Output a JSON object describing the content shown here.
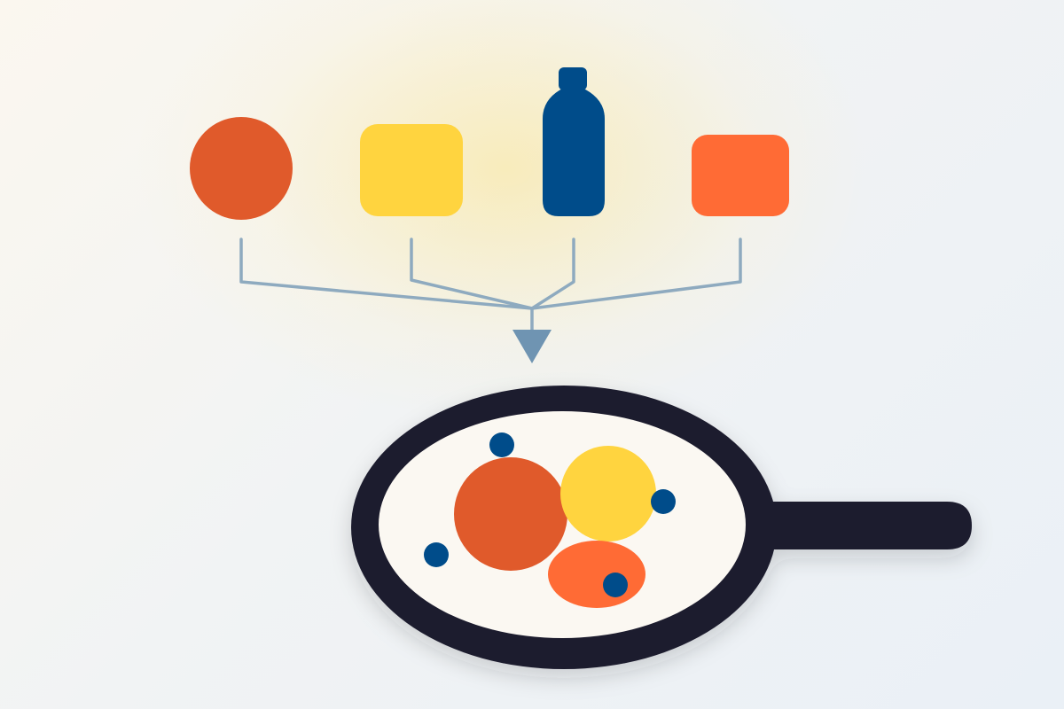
{
  "colors": {
    "tomato": "#E05A2B",
    "butter": "#FFD43F",
    "bottle": "#004C8A",
    "carrot": "#FF6B35",
    "connector": "#8EAABF",
    "arrow": "#6F94B2",
    "pan": "#1C1B2E",
    "pan_inner": "#FBF8F2",
    "background_glow": "#FFE27A"
  },
  "ingredients": [
    {
      "icon": "orange-circle-icon",
      "shape": "circle",
      "color": "#E05A2B"
    },
    {
      "icon": "yellow-square-icon",
      "shape": "rounded-square",
      "color": "#FFD43F"
    },
    {
      "icon": "blue-bottle-icon",
      "shape": "bottle",
      "color": "#004C8A"
    },
    {
      "icon": "orange-square-icon",
      "shape": "rounded-square",
      "color": "#FF6B35"
    }
  ],
  "pan": {
    "icon": "frying-pan-icon",
    "contents": [
      {
        "icon": "red-blob-icon",
        "color": "#E05A2B"
      },
      {
        "icon": "yellow-blob-icon",
        "color": "#FFD43F"
      },
      {
        "icon": "orange-blob-icon",
        "color": "#FF6B35"
      },
      {
        "icon": "blue-dot-icon",
        "color": "#004C8A"
      },
      {
        "icon": "blue-dot-icon",
        "color": "#004C8A"
      },
      {
        "icon": "blue-dot-icon",
        "color": "#004C8A"
      },
      {
        "icon": "blue-dot-icon",
        "color": "#004C8A"
      }
    ]
  }
}
